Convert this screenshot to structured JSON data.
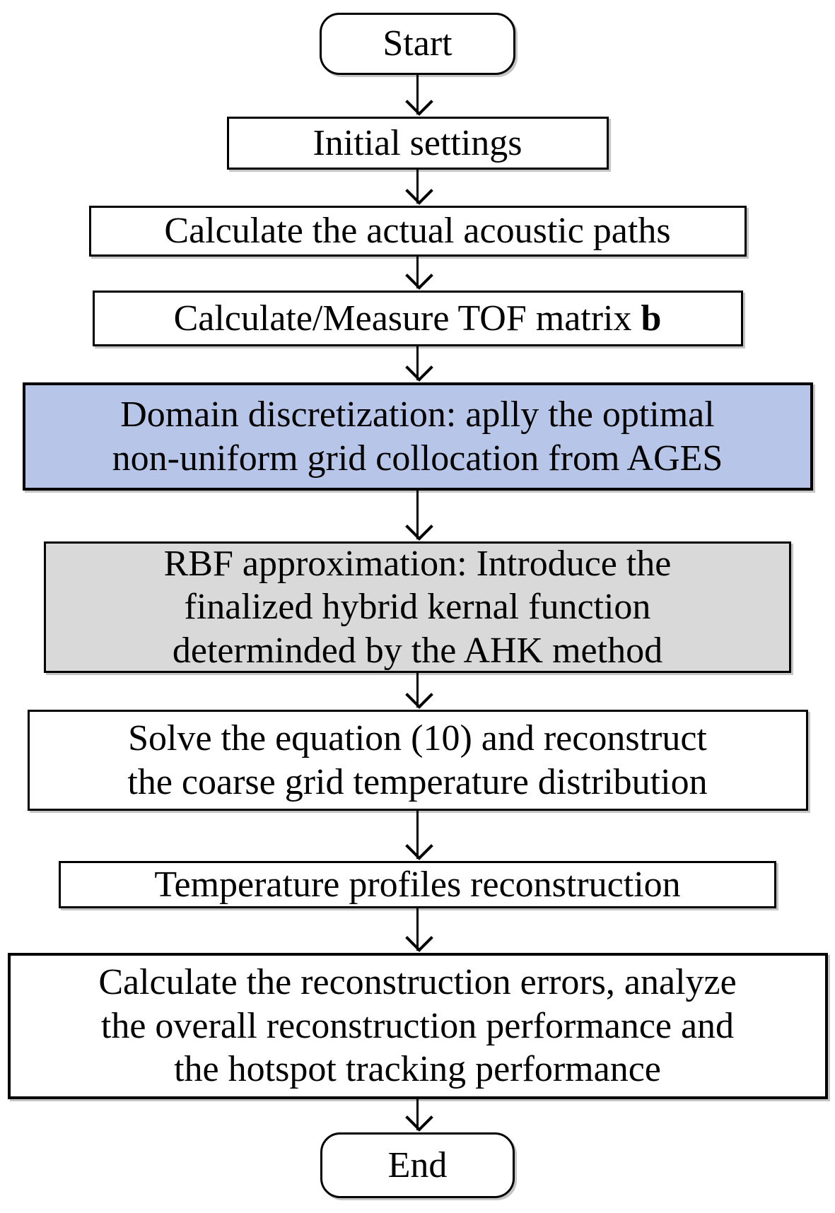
{
  "figure": {
    "type": "flowchart",
    "direction": "top-down"
  },
  "colors": {
    "background": "#ffffff",
    "node_fill_default": "#ffffff",
    "node_fill_highlight_blue": "#b6c5e8",
    "node_fill_highlight_gray": "#d9d9d9",
    "node_border": "#000000",
    "arrow": "#000000",
    "text": "#000000"
  },
  "nodes": [
    {
      "id": "start",
      "shape": "terminator",
      "fill": "#ffffff",
      "label": "Start"
    },
    {
      "id": "initial-settings",
      "shape": "process",
      "fill": "#ffffff",
      "label": "Initial settings"
    },
    {
      "id": "acoustic-paths",
      "shape": "process",
      "fill": "#ffffff",
      "label": "Calculate the actual acoustic paths"
    },
    {
      "id": "tof-matrix",
      "shape": "process",
      "fill": "#ffffff",
      "label": "Calculate/Measure TOF matrix ",
      "label_bold": "b"
    },
    {
      "id": "domain-discretization",
      "shape": "process",
      "fill": "#b6c5e8",
      "label": "Domain discretization: aplly the optimal\nnon-uniform grid collocation from AGES"
    },
    {
      "id": "rbf-approximation",
      "shape": "process",
      "fill": "#d9d9d9",
      "label": "RBF approximation: Introduce the\nfinalized hybrid kernal function\ndeterminded by the AHK method"
    },
    {
      "id": "solve-equation",
      "shape": "process",
      "fill": "#ffffff",
      "label": "Solve the equation (10) and reconstruct\nthe coarse grid temperature distribution"
    },
    {
      "id": "temperature-profiles",
      "shape": "process",
      "fill": "#ffffff",
      "label": "Temperature profiles reconstruction"
    },
    {
      "id": "reconstruction-errors",
      "shape": "process",
      "fill": "#ffffff",
      "label": "Calculate the reconstruction errors, analyze\nthe overall reconstruction performance and\nthe hotspot tracking performance"
    },
    {
      "id": "end",
      "shape": "terminator",
      "fill": "#ffffff",
      "label": "End"
    }
  ],
  "edges": [
    {
      "from": "start",
      "to": "initial-settings"
    },
    {
      "from": "initial-settings",
      "to": "acoustic-paths"
    },
    {
      "from": "acoustic-paths",
      "to": "tof-matrix"
    },
    {
      "from": "tof-matrix",
      "to": "domain-discretization"
    },
    {
      "from": "domain-discretization",
      "to": "rbf-approximation"
    },
    {
      "from": "rbf-approximation",
      "to": "solve-equation"
    },
    {
      "from": "solve-equation",
      "to": "temperature-profiles"
    },
    {
      "from": "temperature-profiles",
      "to": "reconstruction-errors"
    },
    {
      "from": "reconstruction-errors",
      "to": "end"
    }
  ]
}
